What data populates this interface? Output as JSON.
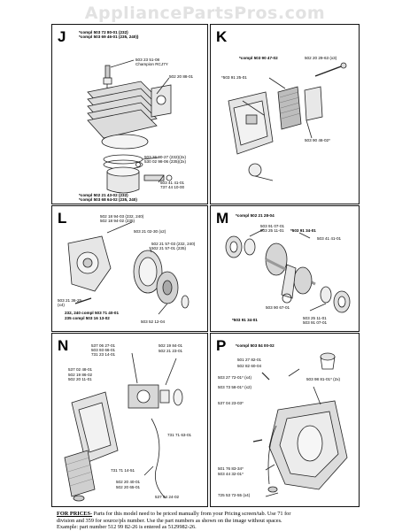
{
  "watermark": "AppliancePartsPros.com",
  "panels": {
    "J": {
      "letter": "J",
      "labels": [
        "*compl 503 72 80-01 (232)",
        "*compl 503 69 46-01 (235, 240))",
        "503 23 51-08",
        "Champion RCJ7Y",
        "502 20 88-01",
        "503 26 90-27 (232)(2x)",
        "530 02 98-06 (235)(2x)",
        "503 41 41-01",
        "737 44 10-00",
        "*compl 502 21 43-02 (232)",
        "*compl 503 68 64-02 (235, 240)"
      ]
    },
    "K": {
      "letter": "K",
      "labels": [
        "*compl 503 90 47-02",
        "502 20 29-63 (x3)",
        "*503 91 25-01",
        "503 90 46-02*"
      ]
    },
    "L": {
      "letter": "L",
      "labels": [
        "502 18 94-03 (232, 240)",
        "502 18 94-02 (235)",
        "503 21 02-30 (x2)",
        "502 21 57-03 (232, 240)",
        "502 21 57-01 (235)",
        "503 21 36-25-",
        "(x4)",
        "232, 240 compl 503 71 40-01",
        "235 compl 503 16 13-02",
        "503 52 12-04"
      ]
    },
    "M": {
      "letter": "M",
      "labels": [
        "*compl 502 21 28-04",
        "503 91 07-01",
        "503 25 11-01",
        "*503 91 34-01",
        "503 41 41-01",
        "503 90 67-01",
        "*503 91 34-01",
        "503 25 11-01",
        "503 91 07-01"
      ]
    },
    "N": {
      "letter": "N",
      "labels": [
        "537 06 27-01",
        "503 93 66-01",
        "731 23 14-01",
        "502 19 84-01",
        "502 21 23-01",
        "537 02 48-01",
        "502 19 86-02",
        "502 20 11-01",
        "731 71 63-01",
        "502 20 40-01",
        "502 20 65-01",
        "731 71 14-51",
        "537 04 24-02"
      ]
    },
    "P": {
      "letter": "P",
      "labels": [
        "*compl 503 84 00-02",
        "501 27 82-01",
        "502 82 60-04",
        "503 27 72-01* (x4)",
        "503 98 81-01* (2x)",
        "503 73 58-01* (x2)",
        "537 04 23-03*",
        "501 76 83-34*",
        "503 44 32-01*",
        "725 53 72-55 (x4)"
      ]
    }
  },
  "footer": {
    "heading": "FOR PRICES-",
    "line1": "Parts for this model need to be priced manually from your Pricing screen/tab. Use 71 for",
    "line2": "division and 359 for source/pls number. Use the part numbers as shown on the image without spaces.",
    "line3": "Example: part number 512 99 82-26 is entered as 5129982-26."
  }
}
